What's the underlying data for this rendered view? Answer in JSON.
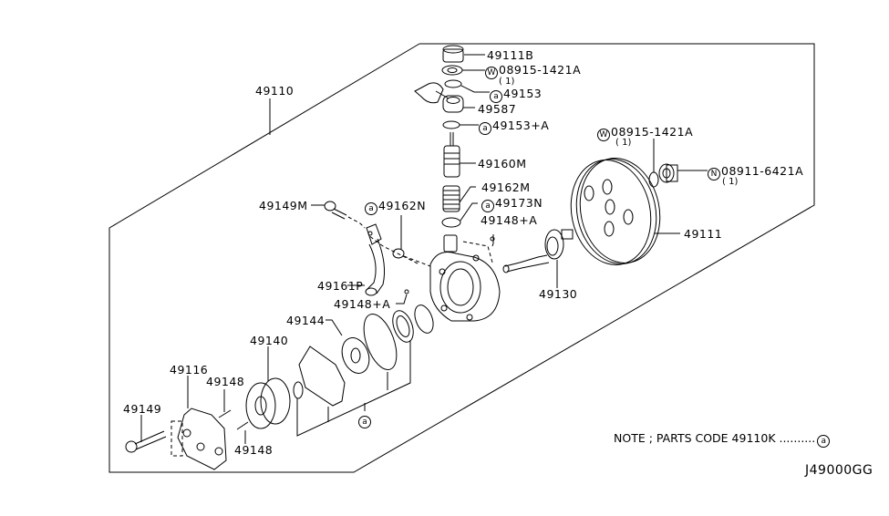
{
  "diagram": {
    "title_code": "J49000GG",
    "note": {
      "text": "NOTE ; PARTS CODE 49110K ..........",
      "mark": "a"
    },
    "assembly": {
      "part": "49110"
    },
    "parts": [
      {
        "id": "p49111b",
        "part": "49111B"
      },
      {
        "id": "p08915a",
        "mark": "W",
        "part": "08915-1421A",
        "qty": "( 1)"
      },
      {
        "id": "p49153",
        "mark": "a",
        "part": "49153"
      },
      {
        "id": "p49587",
        "part": "49587"
      },
      {
        "id": "p49153a",
        "mark": "a",
        "part": "49153+A"
      },
      {
        "id": "p49160m",
        "part": "49160M"
      },
      {
        "id": "p49162m",
        "part": "49162M"
      },
      {
        "id": "p49173n",
        "mark": "a",
        "part": "49173N"
      },
      {
        "id": "p49148a_top",
        "part": "49148+A"
      },
      {
        "id": "p08915b",
        "mark": "W",
        "part": "08915-1421A",
        "qty": "( 1)"
      },
      {
        "id": "p08911",
        "mark": "N",
        "part": "08911-6421A",
        "qty": "( 1)"
      },
      {
        "id": "p49111",
        "part": "49111"
      },
      {
        "id": "p49130",
        "part": "49130"
      },
      {
        "id": "p49149m",
        "part": "49149M"
      },
      {
        "id": "p49162n",
        "mark": "a",
        "part": "49162N"
      },
      {
        "id": "p49161p",
        "part": "49161P"
      },
      {
        "id": "p49148a_mid",
        "part": "49148+A"
      },
      {
        "id": "p49144",
        "part": "49144"
      },
      {
        "id": "p49140",
        "part": "49140"
      },
      {
        "id": "p49116",
        "part": "49116"
      },
      {
        "id": "p49148_top",
        "part": "49148"
      },
      {
        "id": "p49149",
        "part": "49149"
      },
      {
        "id": "p49148_bot",
        "part": "49148"
      }
    ],
    "kit_mark": "a"
  }
}
